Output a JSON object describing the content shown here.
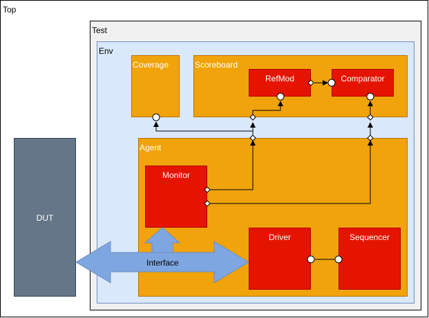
{
  "labels": {
    "top": "Top",
    "test": "Test",
    "env": "Env",
    "coverage": "Coverage",
    "scoreboard": "Scoreboard",
    "refmod": "RefMod",
    "comparator": "Comparator",
    "agent": "Agent",
    "monitor": "Monitor",
    "driver": "Driver",
    "sequencer": "Sequencer",
    "dut": "DUT",
    "interface": "Interface"
  },
  "colors": {
    "top_fill": "#ffffff",
    "test_fill": "#f0f0f0",
    "env_fill": "#dae8fc",
    "component_orange": "#f0a30a",
    "component_red": "#e51400",
    "dut_fill": "#647687",
    "interface_arrow": "#7ea6e0"
  }
}
